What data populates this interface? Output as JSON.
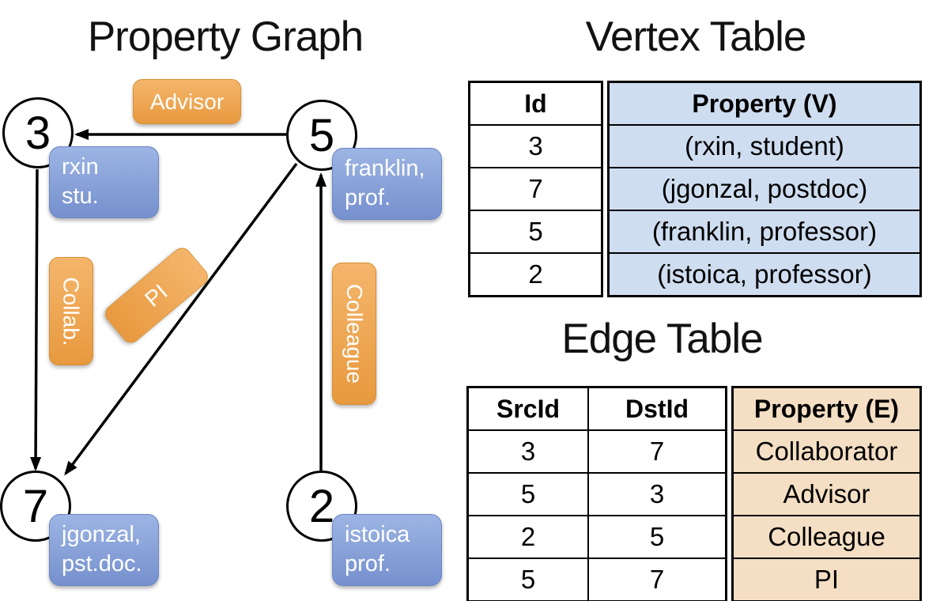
{
  "titles": {
    "graph": "Property Graph",
    "vertex_table": "Vertex Table",
    "edge_table": "Edge Table"
  },
  "graph": {
    "nodes": [
      {
        "id": "3",
        "label_line1": "rxin",
        "label_line2": "stu."
      },
      {
        "id": "5",
        "label_line1": "franklin,",
        "label_line2": "prof."
      },
      {
        "id": "7",
        "label_line1": "jgonzal,",
        "label_line2": "pst.doc."
      },
      {
        "id": "2",
        "label_line1": "istoica",
        "label_line2": "prof."
      }
    ],
    "edge_labels": {
      "advisor": "Advisor",
      "collab": "Collab.",
      "pi": "PI",
      "colleague": "Colleague"
    },
    "edges": [
      {
        "src": "5",
        "dst": "3",
        "label": "Advisor"
      },
      {
        "src": "3",
        "dst": "7",
        "label": "Collab."
      },
      {
        "src": "5",
        "dst": "7",
        "label": "PI"
      },
      {
        "src": "2",
        "dst": "5",
        "label": "Colleague"
      }
    ]
  },
  "vertex_table": {
    "columns": [
      "Id",
      "Property (V)"
    ],
    "rows": [
      [
        "3",
        "(rxin, student)"
      ],
      [
        "7",
        "(jgonzal, postdoc)"
      ],
      [
        "5",
        "(franklin, professor)"
      ],
      [
        "2",
        "(istoica, professor)"
      ]
    ]
  },
  "edge_table": {
    "columns": [
      "SrcId",
      "DstId",
      "Property (E)"
    ],
    "rows": [
      [
        "3",
        "7",
        "Collaborator"
      ],
      [
        "5",
        "3",
        "Advisor"
      ],
      [
        "2",
        "5",
        "Colleague"
      ],
      [
        "5",
        "7",
        "PI"
      ]
    ]
  },
  "colors": {
    "node_label_blue_top": "#9db5e4",
    "node_label_blue_bottom": "#7590cd",
    "edge_label_orange_top": "#f4b66c",
    "edge_label_orange_bottom": "#e8993e",
    "vertex_property_fill": "#cfddf0",
    "edge_property_fill": "#f5dfc4",
    "line_black": "#000000"
  }
}
